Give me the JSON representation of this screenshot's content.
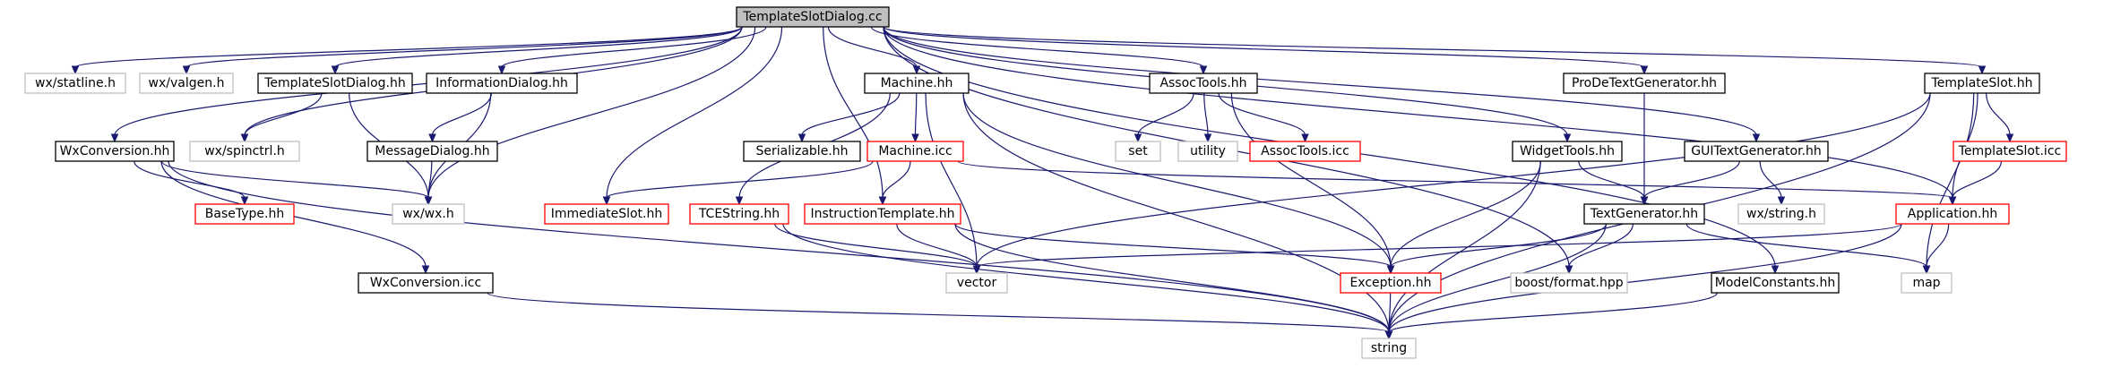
{
  "colors": {
    "edge": "#191970",
    "root_fill": "#bfbfbf",
    "root_stroke": "#000000",
    "doc_stroke": "#000000",
    "undocumented_stroke": "#ff0000",
    "external_stroke": "#bfbfbf",
    "fill": "#ffffff"
  },
  "nodes": [
    {
      "id": "root",
      "label": "TemplateSlotDialog.cc",
      "kind": "root"
    },
    {
      "id": "wx_statline",
      "label": "wx/statline.h",
      "kind": "external"
    },
    {
      "id": "wx_valgen",
      "label": "wx/valgen.h",
      "kind": "external"
    },
    {
      "id": "tsd_hh",
      "label": "TemplateSlotDialog.hh",
      "kind": "doc"
    },
    {
      "id": "infodlg_hh",
      "label": "InformationDialog.hh",
      "kind": "doc"
    },
    {
      "id": "machine_hh",
      "label": "Machine.hh",
      "kind": "doc"
    },
    {
      "id": "assoctools_hh",
      "label": "AssocTools.hh",
      "kind": "doc"
    },
    {
      "id": "prode_hh",
      "label": "ProDeTextGenerator.hh",
      "kind": "doc"
    },
    {
      "id": "templateslot_hh",
      "label": "TemplateSlot.hh",
      "kind": "doc"
    },
    {
      "id": "wxconv_hh",
      "label": "WxConversion.hh",
      "kind": "doc"
    },
    {
      "id": "wx_spinctrl",
      "label": "wx/spinctrl.h",
      "kind": "external"
    },
    {
      "id": "msgdlg_hh",
      "label": "MessageDialog.hh",
      "kind": "doc"
    },
    {
      "id": "serializable_hh",
      "label": "Serializable.hh",
      "kind": "doc"
    },
    {
      "id": "machine_icc",
      "label": "Machine.icc",
      "kind": "undocumented"
    },
    {
      "id": "set",
      "label": "set",
      "kind": "external"
    },
    {
      "id": "utility",
      "label": "utility",
      "kind": "external"
    },
    {
      "id": "assoctools_icc",
      "label": "AssocTools.icc",
      "kind": "undocumented"
    },
    {
      "id": "widgettools_hh",
      "label": "WidgetTools.hh",
      "kind": "doc"
    },
    {
      "id": "guitextgen_hh",
      "label": "GUITextGenerator.hh",
      "kind": "doc"
    },
    {
      "id": "templateslot_icc",
      "label": "TemplateSlot.icc",
      "kind": "undocumented"
    },
    {
      "id": "basetype_hh",
      "label": "BaseType.hh",
      "kind": "undocumented"
    },
    {
      "id": "wx_wx",
      "label": "wx/wx.h",
      "kind": "external"
    },
    {
      "id": "immediateslot_hh",
      "label": "ImmediateSlot.hh",
      "kind": "undocumented"
    },
    {
      "id": "tcestring_hh",
      "label": "TCEString.hh",
      "kind": "undocumented"
    },
    {
      "id": "instrtempl_hh",
      "label": "InstructionTemplate.hh",
      "kind": "undocumented"
    },
    {
      "id": "textgen_hh",
      "label": "TextGenerator.hh",
      "kind": "doc"
    },
    {
      "id": "wx_string",
      "label": "wx/string.h",
      "kind": "external"
    },
    {
      "id": "application_hh",
      "label": "Application.hh",
      "kind": "undocumented"
    },
    {
      "id": "wxconv_icc",
      "label": "WxConversion.icc",
      "kind": "doc"
    },
    {
      "id": "vector",
      "label": "vector",
      "kind": "external"
    },
    {
      "id": "exception_hh",
      "label": "Exception.hh",
      "kind": "undocumented"
    },
    {
      "id": "boost_format",
      "label": "boost/format.hpp",
      "kind": "external"
    },
    {
      "id": "modelconst_hh",
      "label": "ModelConstants.hh",
      "kind": "doc"
    },
    {
      "id": "map",
      "label": "map",
      "kind": "external"
    },
    {
      "id": "string",
      "label": "string",
      "kind": "external"
    }
  ],
  "edges": [
    [
      "root",
      "wx_statline"
    ],
    [
      "root",
      "wx_valgen"
    ],
    [
      "root",
      "tsd_hh"
    ],
    [
      "root",
      "infodlg_hh"
    ],
    [
      "root",
      "machine_hh"
    ],
    [
      "root",
      "assoctools_hh"
    ],
    [
      "root",
      "prode_hh"
    ],
    [
      "root",
      "templateslot_hh"
    ],
    [
      "root",
      "wxconv_hh"
    ],
    [
      "root",
      "wx_spinctrl"
    ],
    [
      "root",
      "wx_wx"
    ],
    [
      "root",
      "immediateslot_hh"
    ],
    [
      "root",
      "instrtempl_hh"
    ],
    [
      "root",
      "widgettools_hh"
    ],
    [
      "root",
      "guitextgen_hh"
    ],
    [
      "root",
      "boost_format"
    ],
    [
      "root",
      "modelconst_hh"
    ],
    [
      "root",
      "application_hh"
    ],
    [
      "tsd_hh",
      "wx_spinctrl"
    ],
    [
      "tsd_hh",
      "wx_wx"
    ],
    [
      "infodlg_hh",
      "msgdlg_hh"
    ],
    [
      "infodlg_hh",
      "wx_wx"
    ],
    [
      "msgdlg_hh",
      "wx_wx"
    ],
    [
      "wxconv_hh",
      "basetype_hh"
    ],
    [
      "wxconv_hh",
      "wx_wx"
    ],
    [
      "wxconv_hh",
      "wxconv_icc"
    ],
    [
      "wxconv_hh",
      "string"
    ],
    [
      "wxconv_icc",
      "string"
    ],
    [
      "machine_hh",
      "serializable_hh"
    ],
    [
      "machine_hh",
      "machine_icc"
    ],
    [
      "machine_hh",
      "tcestring_hh"
    ],
    [
      "machine_hh",
      "vector"
    ],
    [
      "machine_hh",
      "exception_hh"
    ],
    [
      "machine_hh",
      "string"
    ],
    [
      "machine_icc",
      "immediateslot_hh"
    ],
    [
      "machine_icc",
      "instrtempl_hh"
    ],
    [
      "machine_icc",
      "application_hh"
    ],
    [
      "tcestring_hh",
      "vector"
    ],
    [
      "tcestring_hh",
      "string"
    ],
    [
      "instrtempl_hh",
      "vector"
    ],
    [
      "instrtempl_hh",
      "exception_hh"
    ],
    [
      "instrtempl_hh",
      "string"
    ],
    [
      "assoctools_hh",
      "set"
    ],
    [
      "assoctools_hh",
      "utility"
    ],
    [
      "assoctools_hh",
      "assoctools_icc"
    ],
    [
      "assoctools_hh",
      "exception_hh"
    ],
    [
      "prode_hh",
      "textgen_hh"
    ],
    [
      "widgettools_hh",
      "textgen_hh"
    ],
    [
      "widgettools_hh",
      "exception_hh"
    ],
    [
      "widgettools_hh",
      "string"
    ],
    [
      "guitextgen_hh",
      "textgen_hh"
    ],
    [
      "guitextgen_hh",
      "wx_string"
    ],
    [
      "textgen_hh",
      "boost_format"
    ],
    [
      "textgen_hh",
      "exception_hh"
    ],
    [
      "textgen_hh",
      "map"
    ],
    [
      "textgen_hh",
      "string"
    ],
    [
      "templateslot_hh",
      "templateslot_icc"
    ],
    [
      "templateslot_hh",
      "application_hh"
    ],
    [
      "templateslot_hh",
      "vector"
    ],
    [
      "templateslot_hh",
      "map"
    ],
    [
      "templateslot_hh",
      "string"
    ],
    [
      "templateslot_icc",
      "application_hh"
    ],
    [
      "application_hh",
      "vector"
    ],
    [
      "application_hh",
      "map"
    ],
    [
      "application_hh",
      "string"
    ],
    [
      "exception_hh",
      "string"
    ],
    [
      "modelconst_hh",
      "string"
    ]
  ]
}
